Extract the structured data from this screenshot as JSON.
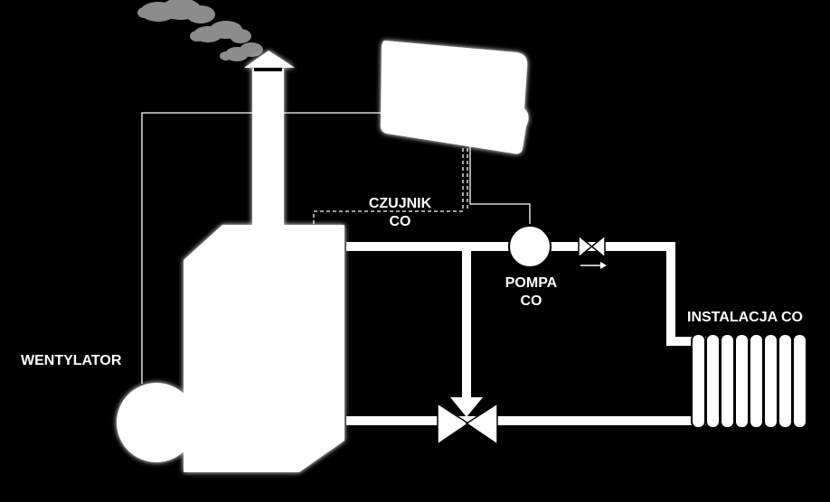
{
  "diagram": {
    "labels": {
      "sensor_line1": "CZUJNIK",
      "sensor_line2": "CO",
      "pump_line1": "POMPA",
      "pump_line2": "CO",
      "installation": "INSTALACJA CO",
      "fan": "WENTYLATOR"
    },
    "components": [
      "controller-icon",
      "chimney-icon",
      "smoke-icon",
      "boiler-icon",
      "fan-icon",
      "pump-icon",
      "check-valve-icon",
      "three-way-valve-icon",
      "radiator-icon"
    ],
    "colors": {
      "background": "#000000",
      "foreground": "#ffffff",
      "smoke": "#9a9a9a"
    }
  }
}
